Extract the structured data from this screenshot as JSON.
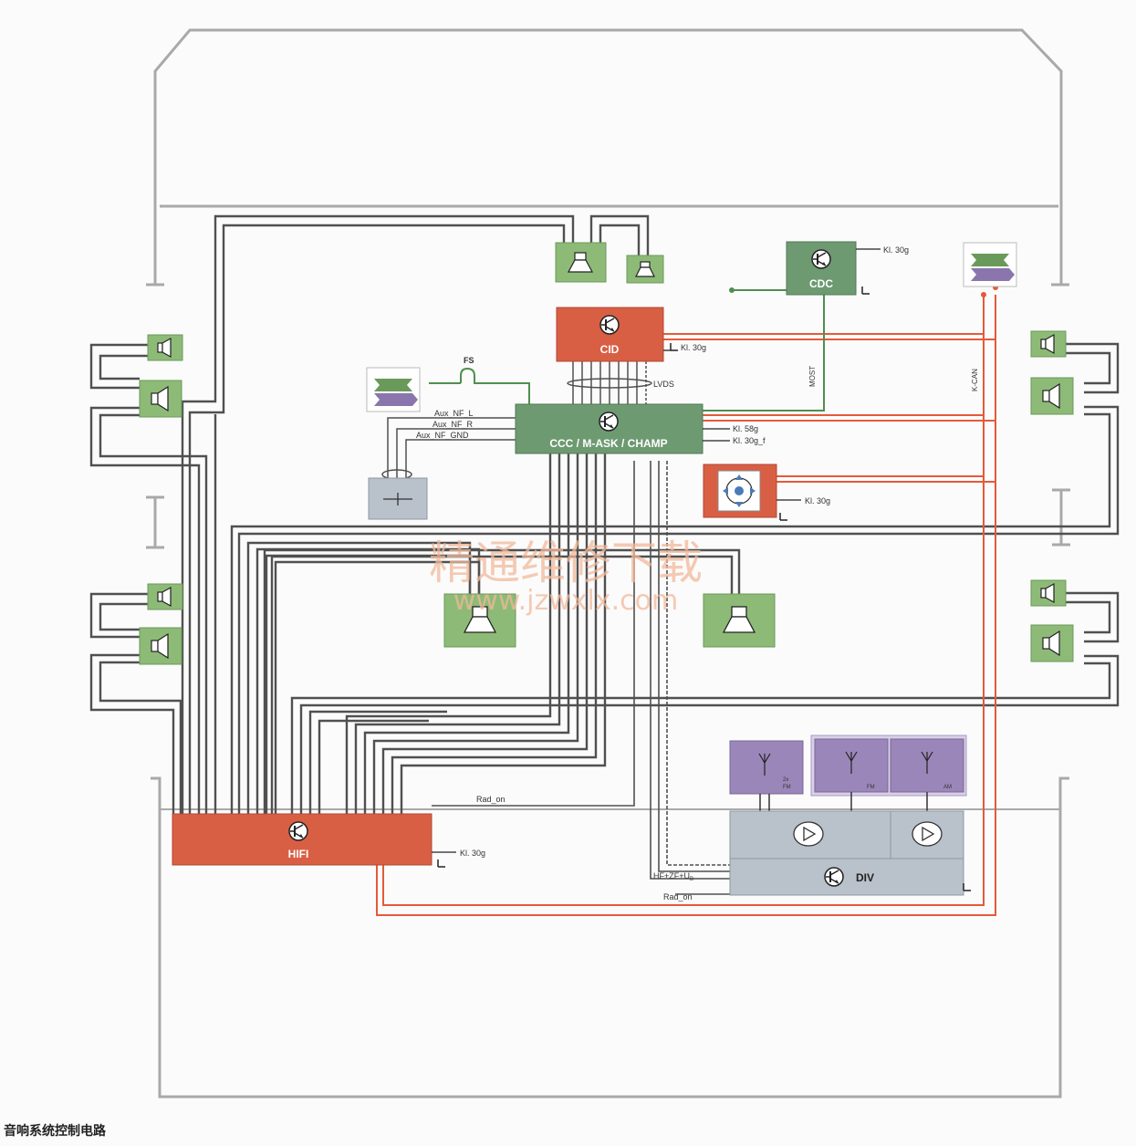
{
  "caption": "音响系统控制电路",
  "watermark": {
    "title": "精通维修下载",
    "url": "www.jzwxlx.com"
  },
  "colors": {
    "module_green": "#6e9a72",
    "module_orange": "#d95f44",
    "speaker_green": "#8dbb77",
    "antenna_purple": "#9a86b8",
    "div_gray": "#b9c1cb",
    "can_wire": "#e45a3a",
    "audio_wire": "#505050",
    "body_outline": "#a9a9a9"
  },
  "modules": {
    "cid": {
      "label": "CID",
      "supply": "Kl. 30g"
    },
    "cdc": {
      "label": "CDC",
      "supply": "Kl. 30g"
    },
    "ccc": {
      "label": "CCC / M-ASK / CHAMP",
      "supply_1": "Kl. 58g",
      "supply_2": "Kl. 30g_f"
    },
    "controller": {
      "supply": "Kl. 30g"
    },
    "hifi": {
      "label": "HIFI",
      "supply": "Kl. 30g"
    },
    "div": {
      "label": "DIV"
    }
  },
  "signals": {
    "fs": "FS",
    "lvds": "LVDS",
    "most": "MOST",
    "kcan": "K-CAN",
    "aux_l": "Aux_NF_L",
    "aux_r": "Aux_NF_R",
    "aux_gnd": "Aux_NF_GND",
    "rad_on_1": "Rad_on",
    "rad_on_2": "Rad_on",
    "hf": "HF+ZF+U",
    "hf_sub": "B"
  },
  "antennas": [
    {
      "label_1": "2x",
      "label_2": "FM"
    },
    {
      "label_1": "FM",
      "label_2": ""
    },
    {
      "label_1": "AM",
      "label_2": ""
    }
  ],
  "icons": [
    "transistor-icon",
    "speaker-icon",
    "antenna-icon",
    "amplifier-icon",
    "gateway-arrows-icon",
    "controller-knob-icon",
    "aux-jack-icon",
    "ground-icon"
  ]
}
